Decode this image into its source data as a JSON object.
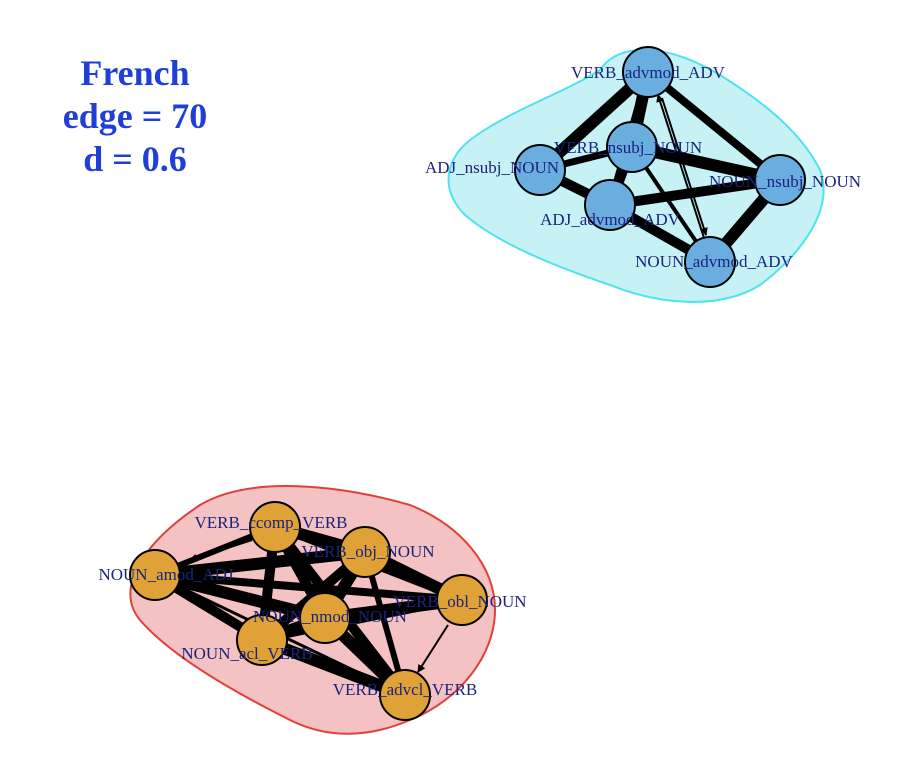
{
  "title": {
    "line1": "French",
    "line2": "edge = 70",
    "line3": "d = 0.6"
  },
  "colors": {
    "title": "#1f3fd6",
    "cluster1_fill": "#c6f2f5",
    "cluster1_stroke": "#4ee3ee",
    "cluster1_node": "#6aaee0",
    "cluster2_fill": "#f4c2c2",
    "cluster2_stroke": "#e0403a",
    "cluster2_node": "#e0a236",
    "edge": "#000000",
    "label": "#1a237e"
  },
  "clusters": [
    {
      "id": "c1",
      "nodes": [
        {
          "id": "n1",
          "label": "VERB_advmod_ADV"
        },
        {
          "id": "n2",
          "label": "VERB_nsubj_NOUN"
        },
        {
          "id": "n3",
          "label": "ADJ_nsubj_NOUN"
        },
        {
          "id": "n4",
          "label": "NOUN_nsubj_NOUN"
        },
        {
          "id": "n5",
          "label": "ADJ_advmod_ADV"
        },
        {
          "id": "n6",
          "label": "NOUN_advmod_ADV"
        }
      ]
    },
    {
      "id": "c2",
      "nodes": [
        {
          "id": "m1",
          "label": "VERB_ccomp_VERB"
        },
        {
          "id": "m2",
          "label": "VERB_obj_NOUN"
        },
        {
          "id": "m3",
          "label": "NOUN_amod_ADJ"
        },
        {
          "id": "m4",
          "label": "VERB_obl_NOUN"
        },
        {
          "id": "m5",
          "label": "NOUN_nmod_NOUN"
        },
        {
          "id": "m6",
          "label": "NOUN_acl_VERB"
        },
        {
          "id": "m7",
          "label": "VERB_advcl_VERB"
        }
      ]
    }
  ]
}
